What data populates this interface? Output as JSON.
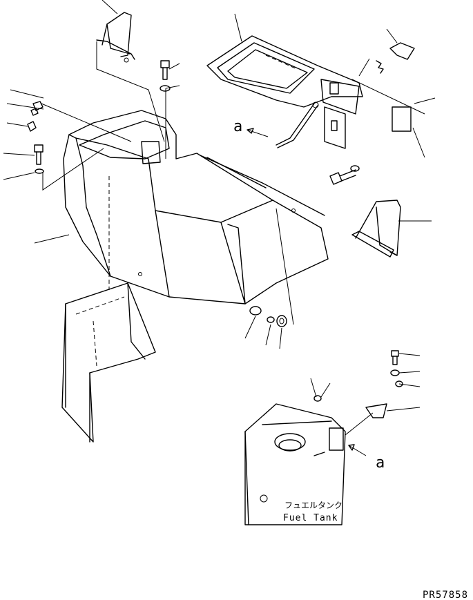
{
  "labels": {
    "view_arrow_upper": "a",
    "view_arrow_lower": "a",
    "tank_label_jp": "フュエルタンク",
    "tank_label_en": "Fuel Tank",
    "drawing_number": "PR57858"
  }
}
